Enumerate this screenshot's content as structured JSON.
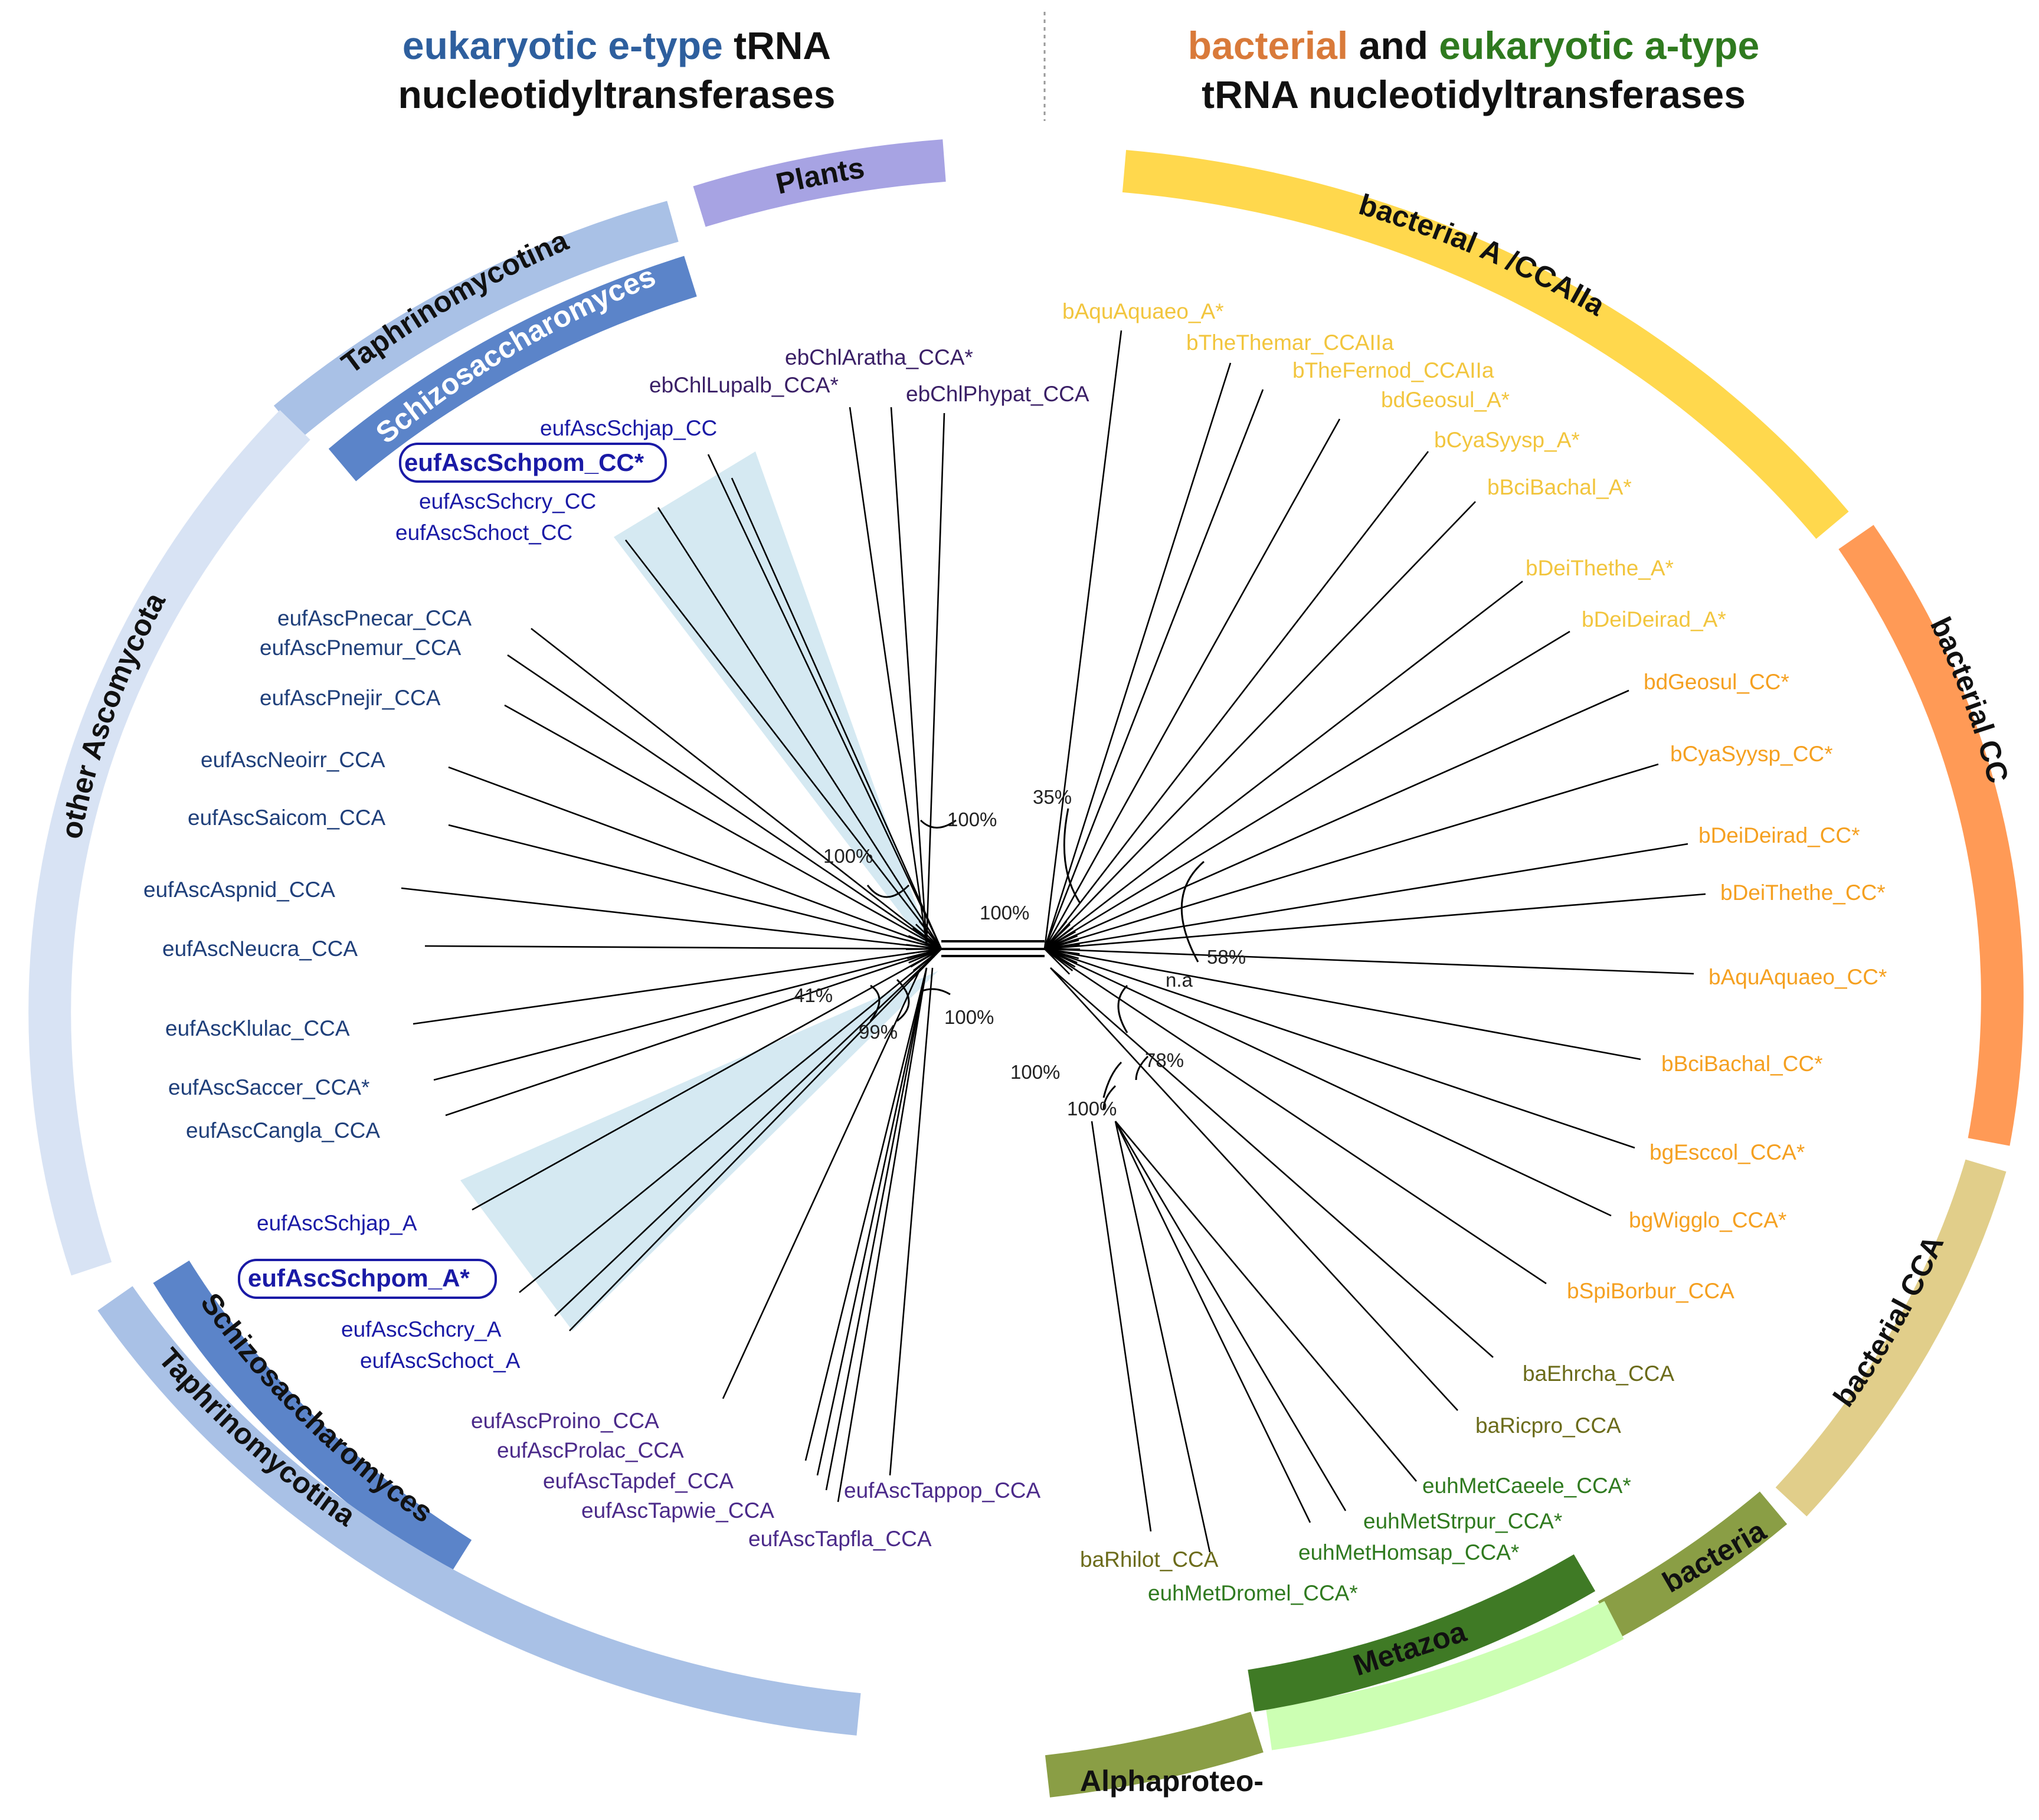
{
  "titles": {
    "left_line1_colored": "eukaryotic e-type",
    "left_line1_rest": " tRNA",
    "left_line2": "nucleotidyltransferases",
    "right_line1_a": "bacterial",
    "right_line1_b": " and ",
    "right_line1_c": "eukaryotic a-type",
    "right_line2": "tRNA nucleotidyltransferases"
  },
  "colors": {
    "etype_blue": "#2e5f9e",
    "bacterial_orange": "#d97a3a",
    "eukaryotic_green": "#2f7a1f",
    "leaf_dark_blue": "#1f3f7a",
    "leaf_navy": "#1a1aa6",
    "leaf_purple": "#4b2a8a",
    "leaf_plant": "#3a1f66",
    "leaf_yellow": "#f2c53d",
    "leaf_orange": "#f5a020",
    "leaf_olive": "#6b6b1a",
    "leaf_green": "#2f7a1f",
    "highlight": "#d5e9f2"
  },
  "arcs": [
    {
      "label": "Plants",
      "color": "#a7a3e3"
    },
    {
      "label": "Taphrinomycotina",
      "color": "#a9c1e6"
    },
    {
      "label": "Schizosaccharomyces",
      "color": "#5b84c9"
    },
    {
      "label": "other Ascomycota",
      "color": "#d8e3f4"
    },
    {
      "label": "Schizosaccharomyces",
      "color": "#5b84c9"
    },
    {
      "label": "Taphrinomycotina",
      "color": "#a9c1e6"
    },
    {
      "label": "bacterial A /CCAIIa",
      "color": "#ffd84d"
    },
    {
      "label": "bacterial CC",
      "color": "#ff9a56"
    },
    {
      "label": "bacterial CCA",
      "color": "#e1ce8a"
    },
    {
      "label": "bacteria",
      "color": "#8a9e45"
    },
    {
      "label": "Metazoa",
      "color": "#3f7a25"
    },
    {
      "label": "Alphaproteo-",
      "color": "#8a9e45"
    },
    {
      "label": "",
      "color": "#ccffb3"
    }
  ],
  "leaves": {
    "plants": [
      "ebChlAratha_CCA*",
      "ebChlLupalb_CCA*",
      "ebChlPhypat_CCA"
    ],
    "schizo_cc": [
      "eufAscSchjap_CC",
      "eufAscSchpom_CC*",
      "eufAscSchcry_CC",
      "eufAscSchoct_CC"
    ],
    "asco": [
      "eufAscPnecar_CCA",
      "eufAscPnemur_CCA",
      "eufAscPnejir_CCA",
      "eufAscNeoirr_CCA",
      "eufAscSaicom_CCA",
      "eufAscAspnid_CCA",
      "eufAscNeucra_CCA",
      "eufAscKlulac_CCA",
      "eufAscSaccer_CCA*",
      "eufAscCangla_CCA"
    ],
    "schizo_a": [
      "eufAscSchjap_A",
      "eufAscSchpom_A*",
      "eufAscSchcry_A",
      "eufAscSchoct_A"
    ],
    "taphrino": [
      "eufAscProino_CCA",
      "eufAscProlac_CCA",
      "eufAscTapdef_CCA",
      "eufAscTapwie_CCA",
      "eufAscTappop_CCA",
      "eufAscTapfla_CCA"
    ],
    "bact_a": [
      "bAquAquaeo_A*",
      "bTheThemar_CCAIIa",
      "bTheFernod_CCAIIa",
      "bdGeosul_A*",
      "bCyaSyysp_A*",
      "bBciBachal_A*",
      "bDeiThethe_A*",
      "bDeiDeirad_A*"
    ],
    "bact_cc": [
      "bdGeosul_CC*",
      "bCyaSyysp_CC*",
      "bDeiDeirad_CC*",
      "bDeiThethe_CC*",
      "bAquAquaeo_CC*",
      "bBciBachal_CC*"
    ],
    "bact_cca": [
      "bgEsccol_CCA*",
      "bgWigglo_CCA*",
      "bSpiBorbur_CCA"
    ],
    "alpha": [
      "baEhrcha_CCA",
      "baRicpro_CCA",
      "baRhilot_CCA"
    ],
    "metazoa": [
      "euhMetCaeele_CCA*",
      "euhMetStrpur_CCA*",
      "euhMetHomsap_CCA*",
      "euhMetDromel_CCA*"
    ]
  },
  "supports": [
    "100%",
    "100%",
    "100%",
    "35%",
    "58%",
    "n.a",
    "41%",
    "99%",
    "100%",
    "100%",
    "78%",
    "100%"
  ]
}
